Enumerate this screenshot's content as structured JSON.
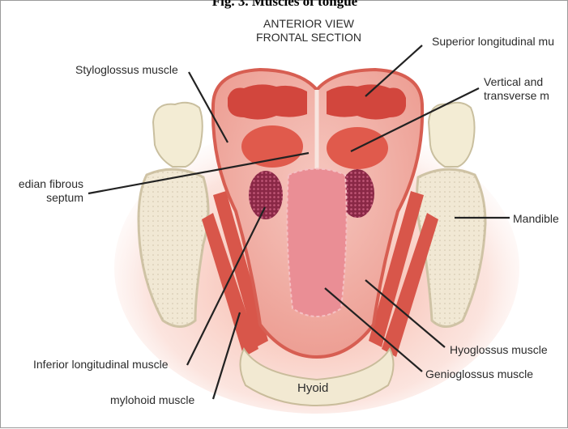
{
  "figure": {
    "title": "Fig. 3. Muscles of tongue",
    "view_title_line1": "ANTERIOR VIEW",
    "view_title_line2": "FRONTAL SECTION"
  },
  "labels": {
    "superior_longitudinal": "Superior longitudinal mu",
    "styloglossus": "Styloglossus muscle",
    "vertical_transverse_line1": "Vertical and",
    "vertical_transverse_line2": "transverse m",
    "median_septum_line1": "edian fibrous",
    "median_septum_line2": "septum",
    "mandible": "Mandible",
    "inferior_longitudinal": "Inferior longitudinal muscle",
    "hyoglossus": "Hyoglossus muscle",
    "genioglossus": "Genioglossus muscle",
    "mylohoid": "mylohoid muscle",
    "hyoid": "Hyoid"
  },
  "colors": {
    "muscle": "#d9574c",
    "tongue_pink": "#f2b9b0",
    "inner_pink": "#e98f97",
    "dark_muscle": "#8d2a4b",
    "bone": "#f1e8d4",
    "leader_line": "#222222"
  }
}
